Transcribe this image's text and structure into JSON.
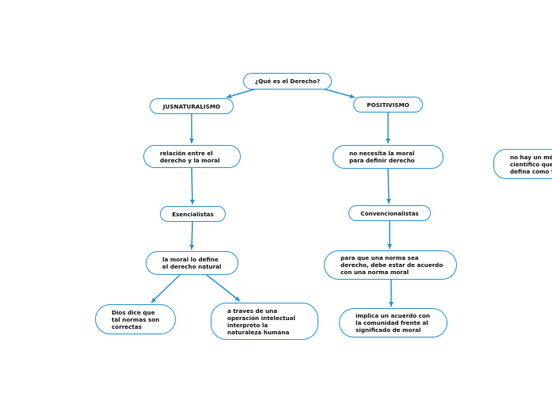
{
  "colors": {
    "accent": "#2a93d5"
  },
  "nodes": {
    "root": "¿Qué es el Derecho?",
    "jusnaturalismo": "JUSNATURALISMO",
    "positivismo": "POSITIVISMO",
    "relacion": "relación entre el\nderecho y la moral",
    "no_necesita": "no necesita la moral\npara definir derecho",
    "no_hay_metodo": "no hay un mé\ncientífico que\ndefina como t",
    "esencialistas": "Esencialistas",
    "convencionalistas": "Convencionalistas",
    "moral_define": "la moral lo define\nel derecho natural",
    "para_que": "para que una norma sea\nderecho, debe estar de acuerdo\ncon una norma moral",
    "dios": "Dios dice que\ntal normas son\ncorrectas",
    "a_traves": "a traves de una\noperación intelectual\ninterpreto la\nnaturaleza humana",
    "implica": "implica un acuerdo con\nla comunidad frente al\nsignificado de moral"
  }
}
